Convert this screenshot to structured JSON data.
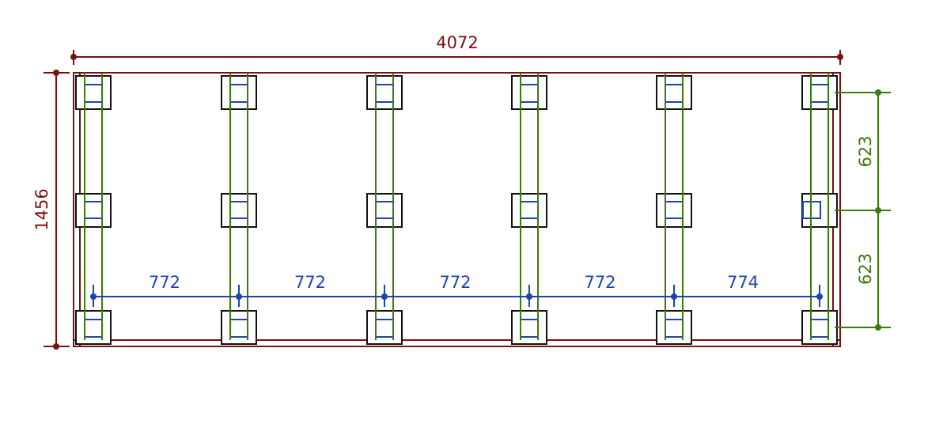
{
  "dimensions": {
    "overall_length": "4072",
    "overall_width": "1456",
    "column_spacings": [
      "772",
      "772",
      "772",
      "772",
      "774"
    ],
    "row_spacings": [
      "623",
      "623"
    ]
  },
  "colors": {
    "frame": "#7a1010",
    "beam": "#3c7a0c",
    "dimension_blue": "#1c44b0",
    "pier": "#111111"
  }
}
